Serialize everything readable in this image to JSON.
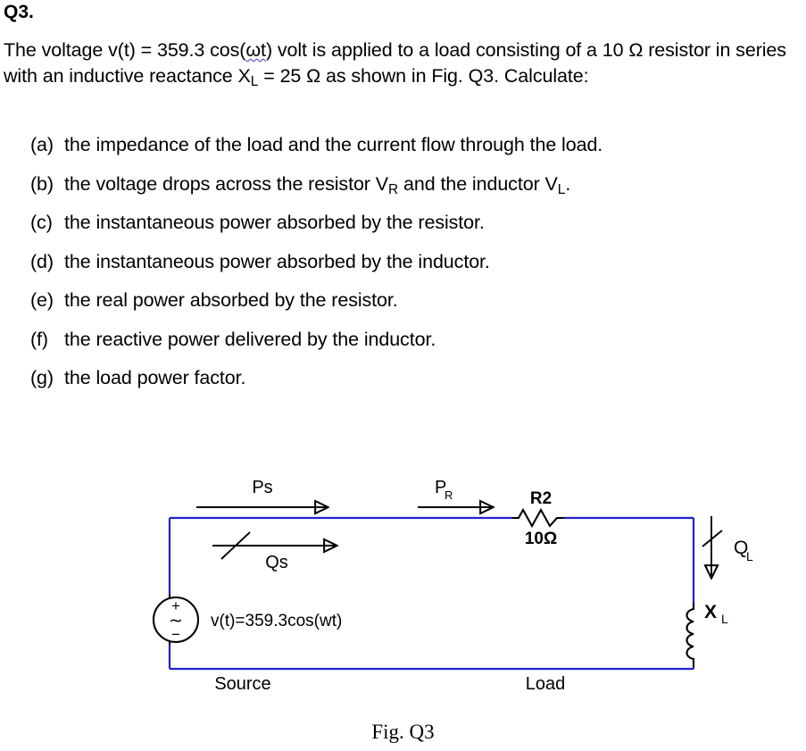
{
  "question": {
    "number": "Q3.",
    "body_part1": "The voltage v(t) = 359.3 cos(",
    "body_omega": "ωt",
    "body_part2": ") volt is applied to a load consisting of a 10 Ω resistor in series with an inductive reactance X",
    "body_sub_L": "L",
    "body_part3": " = 25 Ω as shown in Fig. Q3. Calculate:",
    "items": [
      {
        "marker": "(a)",
        "text": "the impedance of the load and the current flow through the load."
      },
      {
        "marker": "(b)",
        "text_pre": "the voltage drops across the resistor V",
        "sub1": "R",
        "text_mid": " and the inductor V",
        "sub2": "L",
        "text_post": "."
      },
      {
        "marker": "(c)",
        "text": "the instantaneous power absorbed by the resistor."
      },
      {
        "marker": "(d)",
        "text": "the instantaneous power absorbed by the inductor."
      },
      {
        "marker": "(e)",
        "text": "the real power absorbed by the resistor."
      },
      {
        "marker": "(f)",
        "text": "the reactive power delivered by the inductor."
      },
      {
        "marker": "(g)",
        "text": "the load power factor."
      }
    ]
  },
  "figure": {
    "caption": "Fig. Q3",
    "wire_color": "#2222cc",
    "ink_color": "#000000",
    "labels": {
      "ps": "Ps",
      "qs": "Qs",
      "pr_main": "P",
      "pr_sub": "R",
      "ql_main": "Q",
      "ql_sub": "L",
      "resistor_name": "R2",
      "resistor_value": "10Ω",
      "inductor_main": "X",
      "inductor_sub": "L",
      "source_plus": "+",
      "source_wave": "∼",
      "source_minus": "−",
      "source_equation": "v(t)=359.3cos(wt)",
      "source_region": "Source",
      "load_region": "Load"
    }
  }
}
